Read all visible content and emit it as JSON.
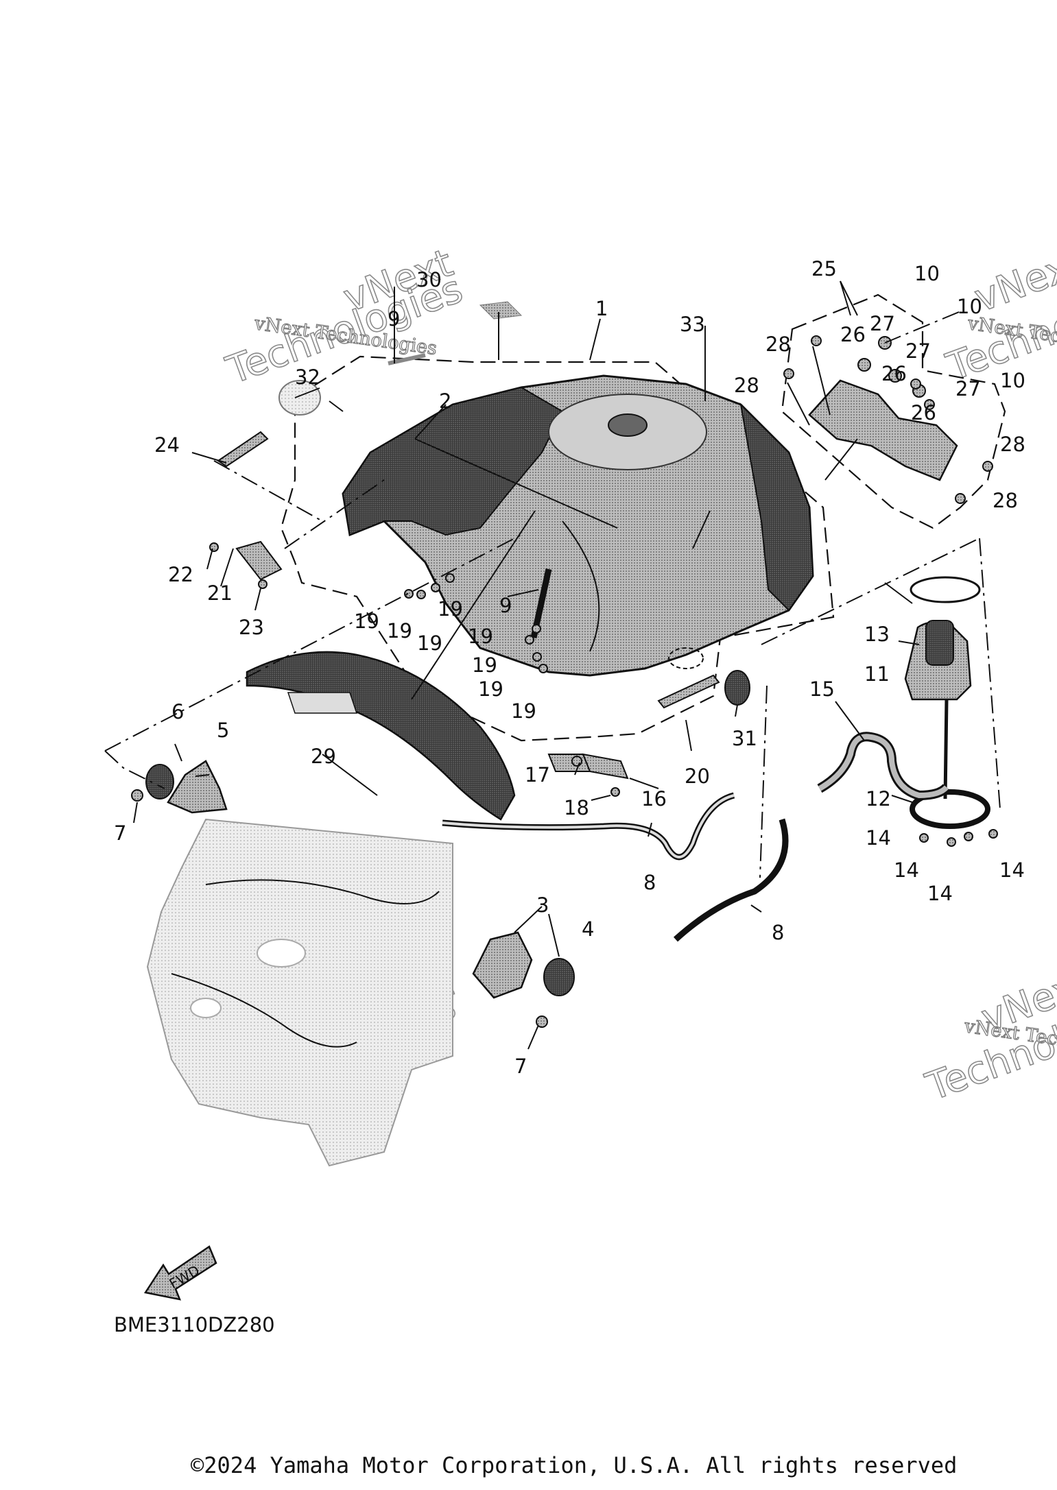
{
  "diagram": {
    "code": "BME3110DZ280",
    "copyright": "©2024 Yamaha Motor Corporation, U.S.A. All rights reserved",
    "fwd_label": "FWD",
    "watermark": {
      "line1": "vNext Technologies",
      "line2": "vNext",
      "line3": "Technologies"
    },
    "callouts": [
      "1",
      "2",
      "3",
      "4",
      "5",
      "6",
      "7",
      "7",
      "8",
      "8",
      "9",
      "9",
      "10",
      "10",
      "10",
      "11",
      "12",
      "13",
      "14",
      "14",
      "14",
      "14",
      "15",
      "16",
      "17",
      "18",
      "19",
      "19",
      "19",
      "19",
      "19",
      "19",
      "19",
      "19",
      "20",
      "21",
      "22",
      "23",
      "24",
      "25",
      "26",
      "26",
      "26",
      "27",
      "27",
      "27",
      "28",
      "28",
      "28",
      "28",
      "29",
      "30",
      "31",
      "32",
      "33"
    ]
  }
}
